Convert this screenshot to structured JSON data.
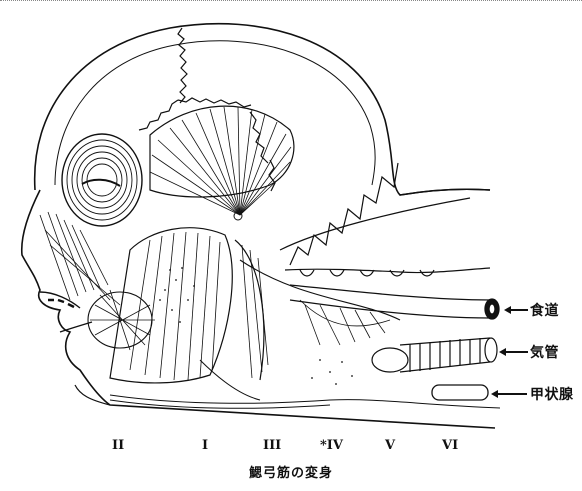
{
  "labels": {
    "esophagus": "食道",
    "trachea": "気管",
    "thyroid": "甲状腺"
  },
  "arch_numerals": [
    "II",
    "I",
    "III",
    "*IV",
    "V",
    "VI"
  ],
  "caption": "鰓弓筋の変身"
}
